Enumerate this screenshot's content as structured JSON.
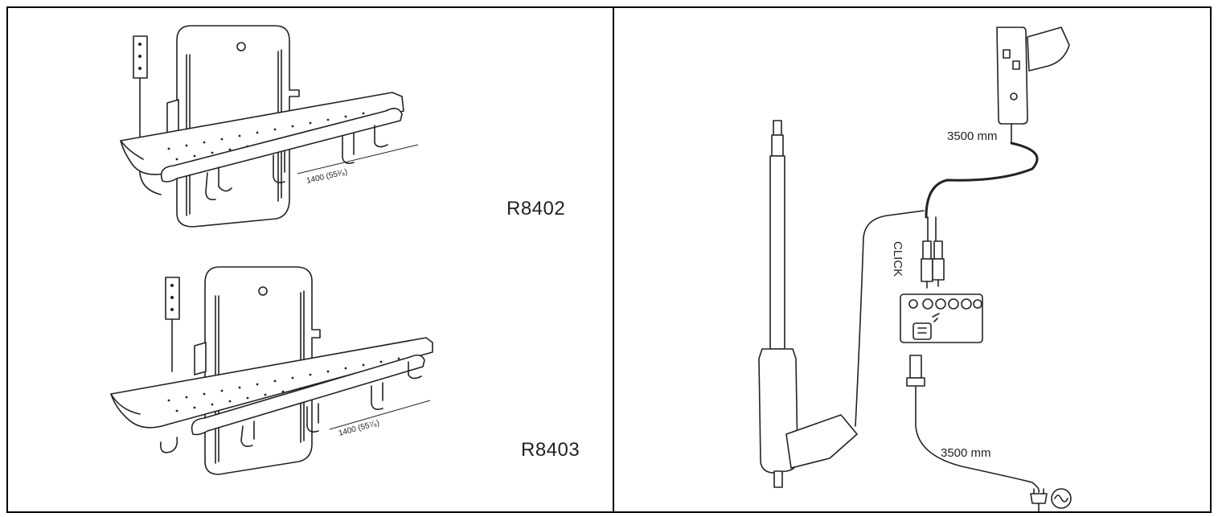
{
  "left_panel": {
    "models": [
      {
        "code": "R8402",
        "dimension": "1400 (55¹⁄₈)"
      },
      {
        "code": "R8403",
        "dimension": "1400 (55⁷⁄₈)"
      }
    ]
  },
  "right_panel": {
    "hand_control_cable": "3500 mm",
    "mains_cable": "3500 mm",
    "connector_label": "CLICK"
  },
  "icons": [
    "wall-bracket-icon",
    "changing-table-icon",
    "linear-actuator-icon",
    "hand-control-icon",
    "control-box-icon",
    "mains-plug-icon",
    "ac-symbol-icon"
  ],
  "colors": {
    "line": "#222222",
    "background": "#ffffff",
    "border": "#000000"
  }
}
